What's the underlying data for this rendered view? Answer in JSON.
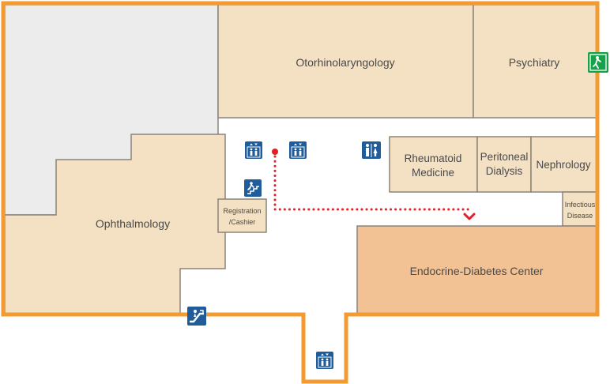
{
  "colors": {
    "wall": "#f39a30",
    "room_fill": "#f4e1c4",
    "room_border": "#8c8478",
    "highlight_fill": "#f2c194",
    "restricted_fill": "#ececec",
    "corridor": "#ffffff",
    "icon_blue": "#1f5c99",
    "exit_green": "#17a24a",
    "route_red": "#e41e26"
  },
  "rooms": {
    "otorhinolaryngology": "Otorhinolaryngology",
    "psychiatry": "Psychiatry",
    "ophthalmology": "Ophthalmology",
    "rheumatoid_line1": "Rheumatoid",
    "rheumatoid_line2": "Medicine",
    "peritoneal_line1": "Peritoneal",
    "peritoneal_line2": "Dialysis",
    "nephrology": "Nephrology",
    "infectious_line1": "Infectious",
    "infectious_line2": "Disease",
    "registration_line1": "Registration",
    "registration_line2": "/Cashier",
    "endocrine": "Endocrine-Diabetes Center"
  },
  "icons": {
    "elevator": "elevator-icon",
    "restroom": "restroom-icon",
    "stairs": "stairs-icon",
    "escalator": "escalator-icon",
    "exit": "emergency-exit-icon"
  }
}
